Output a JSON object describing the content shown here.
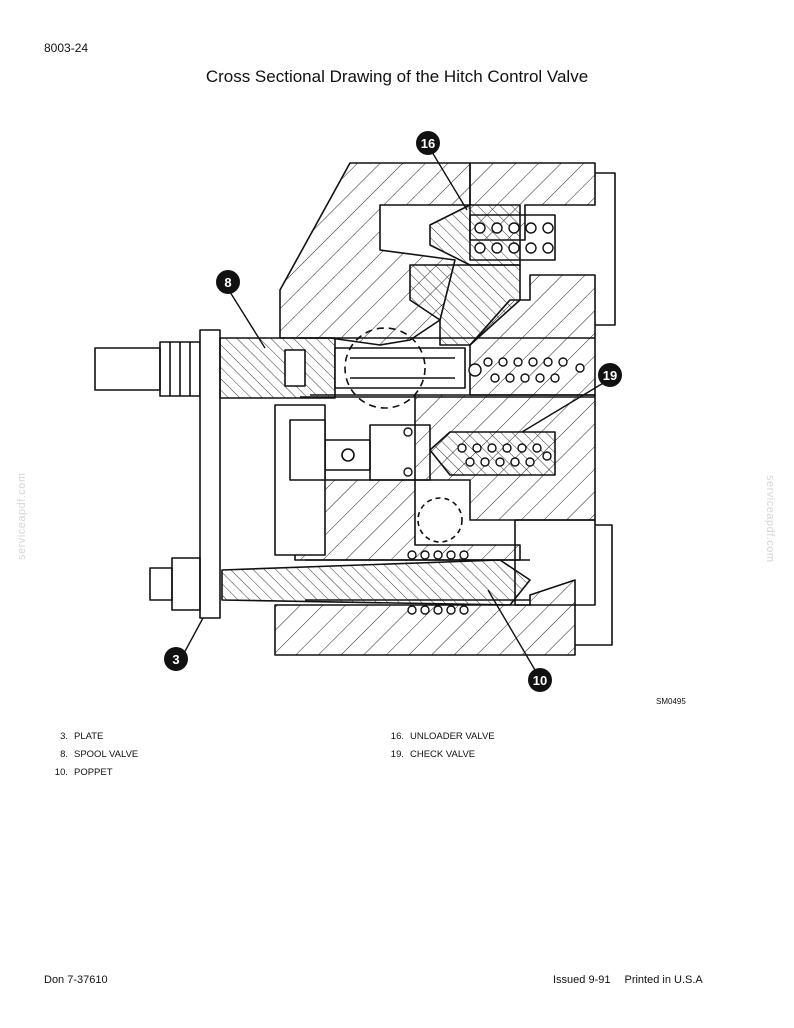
{
  "page": {
    "number": "8003-24"
  },
  "title": "Cross Sectional Drawing of the Hitch Control Valve",
  "figure_code": "SM0495",
  "callouts": [
    "3",
    "8",
    "10",
    "16",
    "19"
  ],
  "legend": {
    "column1": [
      {
        "num": "3.",
        "label": "PLATE"
      },
      {
        "num": "8.",
        "label": "SPOOL VALVE"
      },
      {
        "num": "10.",
        "label": "POPPET"
      }
    ],
    "column2": [
      {
        "num": "16.",
        "label": "UNLOADER VALVE"
      },
      {
        "num": "19.",
        "label": "CHECK VALVE"
      }
    ]
  },
  "footer": {
    "left": "Don 7-37610",
    "issued": "Issued 9-91",
    "printed": "Printed in U.S.A"
  },
  "watermark": "serviceapdf.com"
}
